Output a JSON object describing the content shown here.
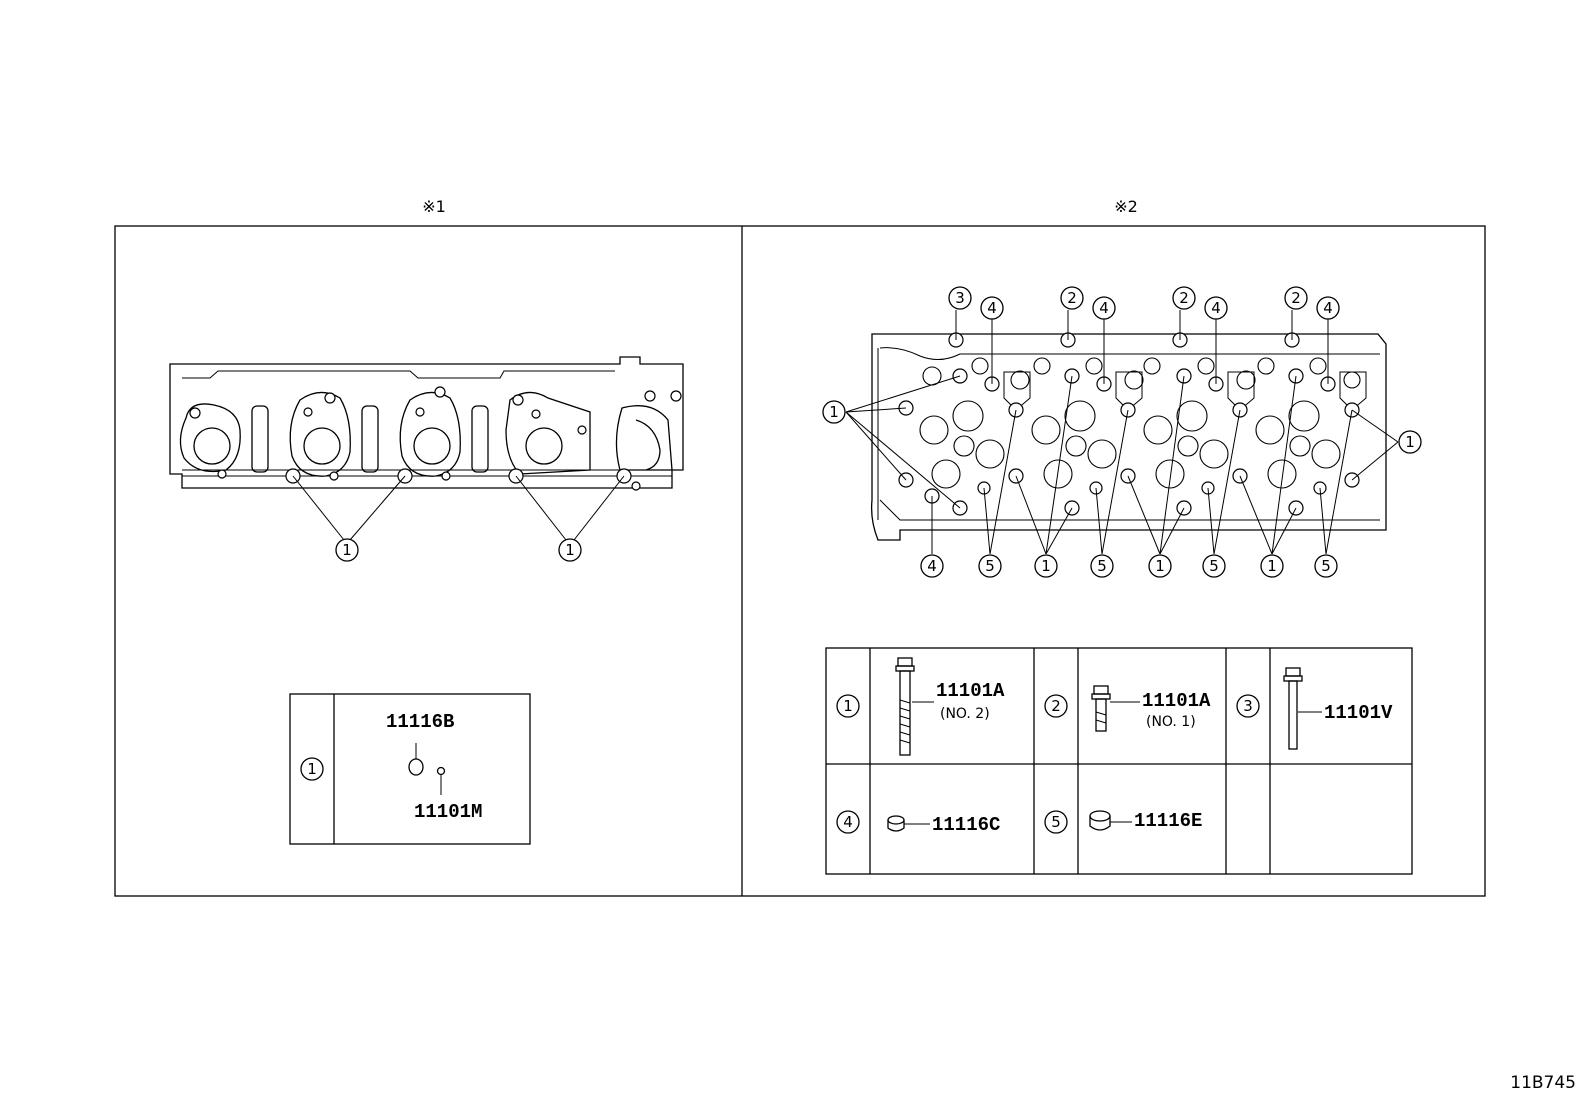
{
  "sections": [
    {
      "marker": "※1"
    },
    {
      "marker": "※2"
    }
  ],
  "left_table": {
    "index": "1",
    "part_top": "11116B",
    "part_bottom": "11101M"
  },
  "right_table": {
    "rows": [
      [
        {
          "index": "1",
          "part": "11101A",
          "sub": "(NO. 2)"
        },
        {
          "index": "2",
          "part": "11101A",
          "sub": "(NO. 1)"
        },
        {
          "index": "3",
          "part": "11101V",
          "sub": ""
        }
      ],
      [
        {
          "index": "4",
          "part": "11116C",
          "sub": ""
        },
        {
          "index": "5",
          "part": "11116E",
          "sub": ""
        },
        {
          "index": "",
          "part": "",
          "sub": ""
        }
      ]
    ]
  },
  "left_callouts": [
    "1",
    "1"
  ],
  "right_callouts_top": [
    "3",
    "4",
    "2",
    "4",
    "2",
    "4",
    "2",
    "4"
  ],
  "right_callouts_side": [
    "1",
    "1"
  ],
  "right_callouts_bottom": [
    "4",
    "5",
    "1",
    "5",
    "1",
    "5",
    "1",
    "5"
  ],
  "diagram_code": "11B745"
}
